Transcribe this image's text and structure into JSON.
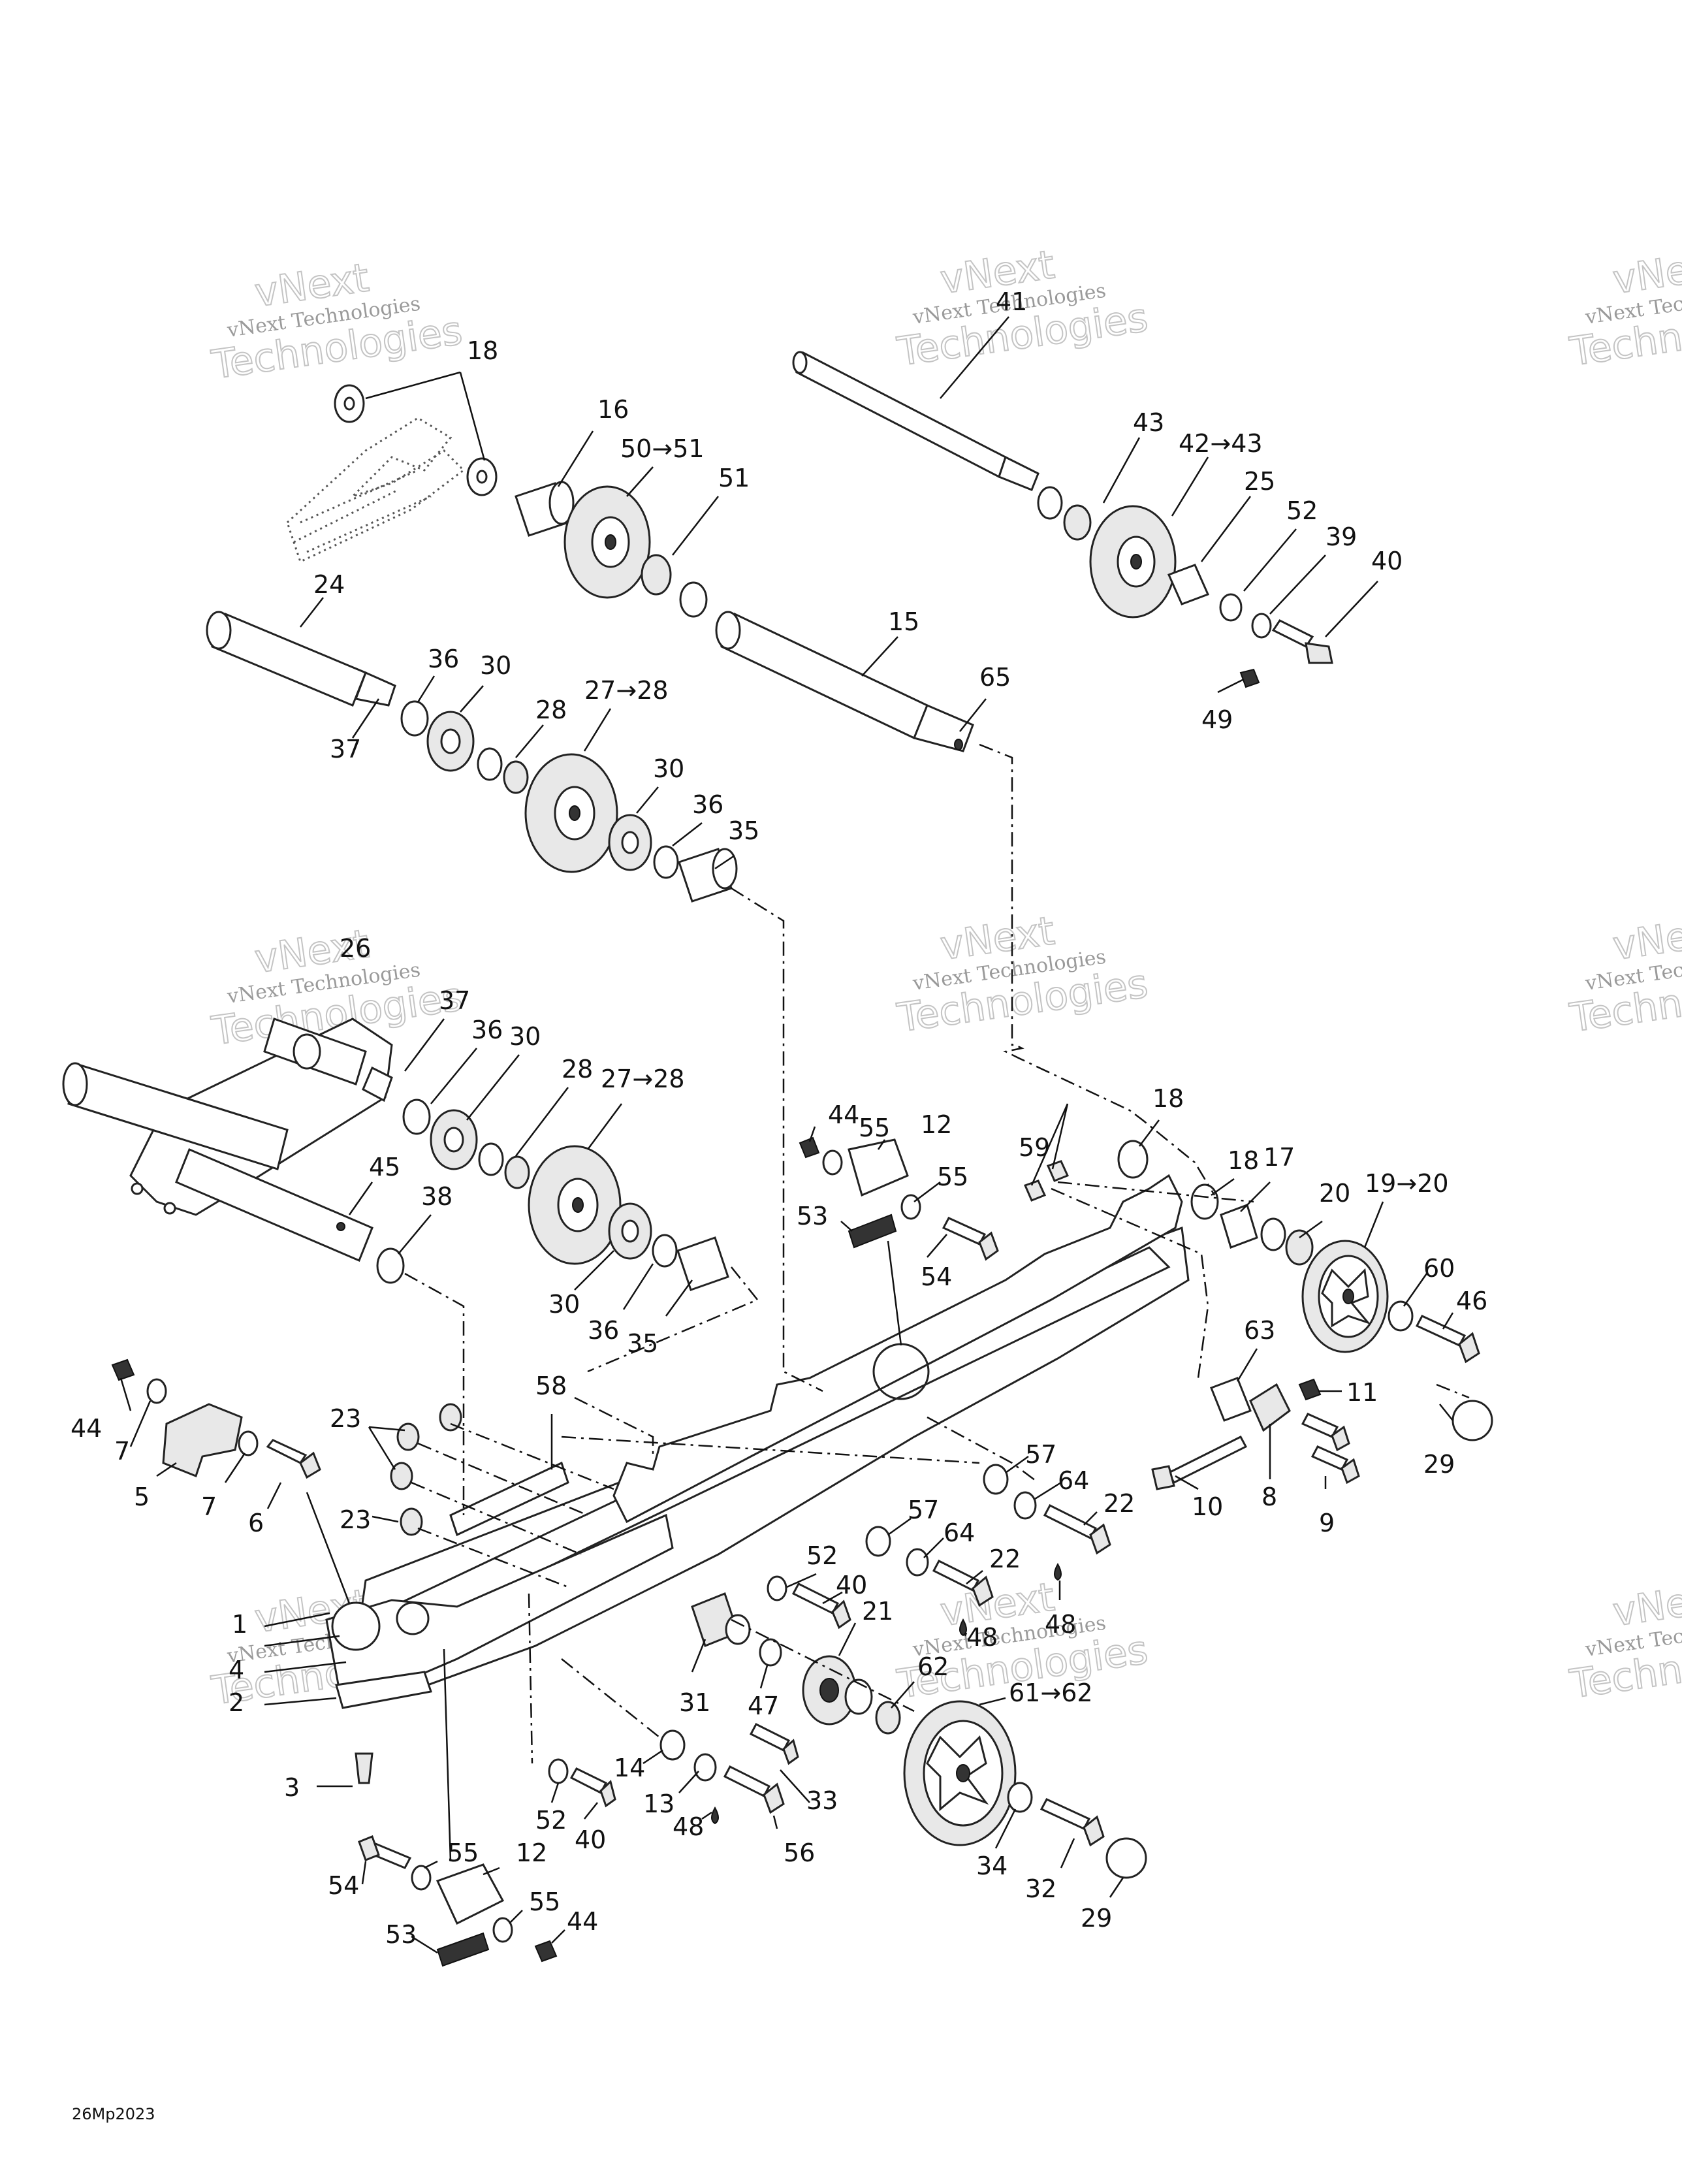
{
  "watermark": {
    "line1": "vNext Technologies",
    "line2": "vNext",
    "line3": "Technologies"
  },
  "figure_code": "26Mp2023",
  "callouts": [
    "18",
    "16",
    "50→51",
    "51",
    "24",
    "36",
    "30",
    "37",
    "28",
    "27→28",
    "30",
    "36",
    "35",
    "41",
    "43",
    "42→43",
    "25",
    "52",
    "39",
    "40",
    "49",
    "15",
    "65",
    "26",
    "37",
    "36",
    "30",
    "28",
    "27→28",
    "45",
    "38",
    "30",
    "36",
    "35",
    "44",
    "55",
    "12",
    "55",
    "53",
    "54",
    "59",
    "18",
    "18",
    "17",
    "20",
    "19→20",
    "60",
    "46",
    "63",
    "11",
    "29",
    "10",
    "8",
    "9",
    "44",
    "7",
    "5",
    "7",
    "6",
    "23",
    "23",
    "58",
    "23",
    "57",
    "64",
    "22",
    "57",
    "64",
    "22",
    "48",
    "48",
    "52",
    "40",
    "1",
    "4",
    "2",
    "3",
    "21",
    "31",
    "47",
    "62",
    "61→62",
    "14",
    "13",
    "48",
    "33",
    "56",
    "52",
    "40",
    "34",
    "32",
    "29",
    "55",
    "12",
    "55",
    "54",
    "53",
    "44"
  ]
}
